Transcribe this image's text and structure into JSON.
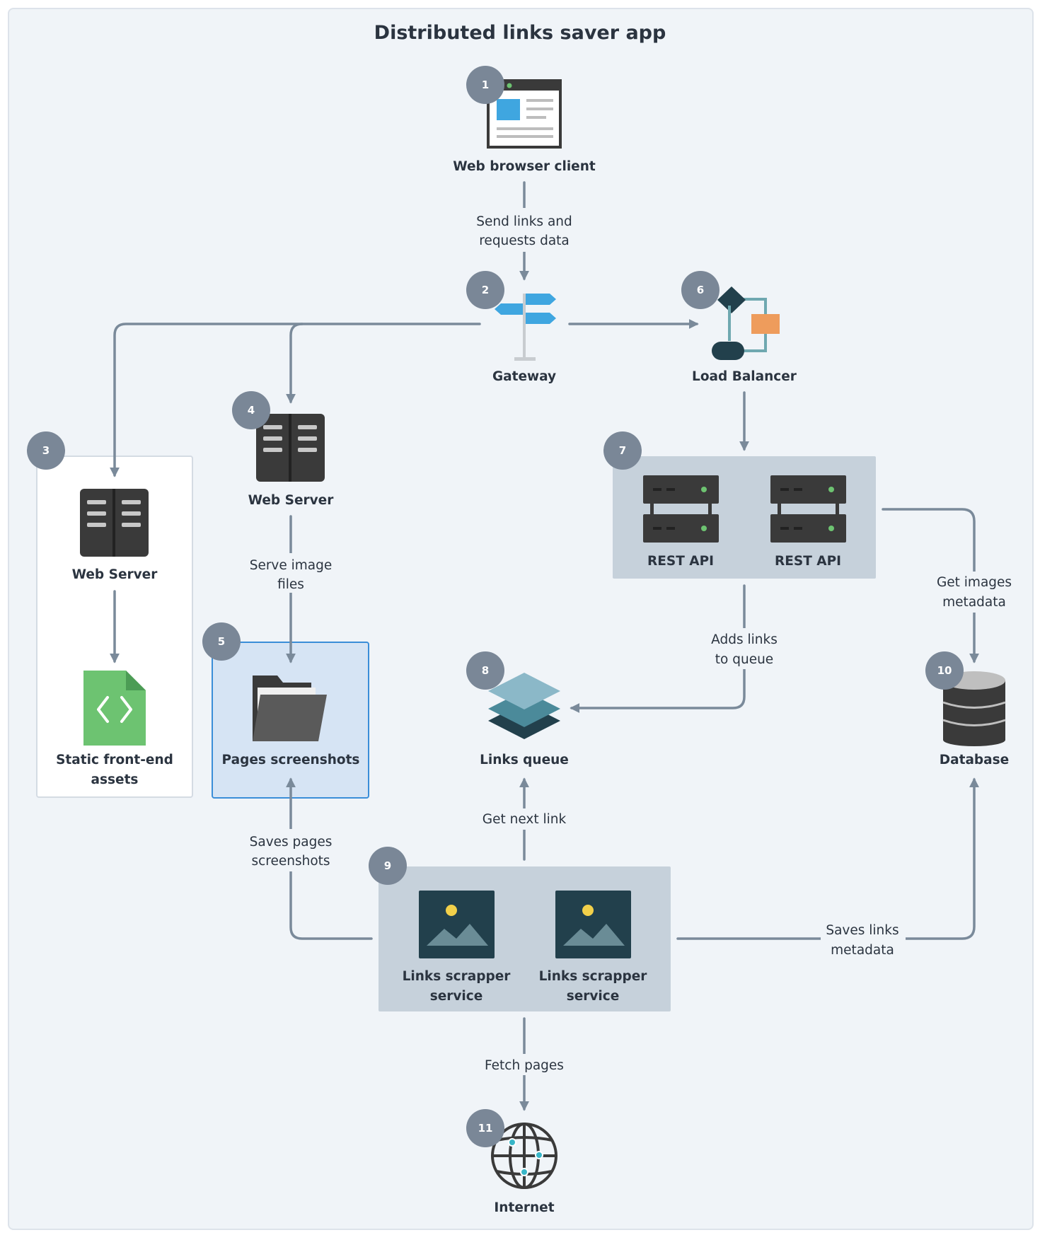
{
  "title": "Distributed links saver app",
  "colors": {
    "background": "#f0f4f8",
    "edge": "#7a8a9a",
    "badge": "#7a8797",
    "group_gray": "#c6d1db",
    "group_blue_fill": "#d6e4f4",
    "group_blue_border": "#3b8ed8",
    "icon_dark": "#3a3a3a",
    "accent_green": "#6dc371",
    "accent_blue": "#3fa6e0",
    "accent_orange": "#ee9c5c",
    "teal_dark": "#22404c"
  },
  "nodes": {
    "web_browser_client": {
      "number": "1",
      "label": "Web browser client",
      "icon": "browser-window-icon"
    },
    "gateway": {
      "number": "2",
      "label": "Gateway",
      "icon": "signpost-icon"
    },
    "web_server_a": {
      "number": "3",
      "label": "Web Server",
      "icon": "server-cabinet-icon"
    },
    "static_assets": {
      "label_line1": "Static front-end",
      "label_line2": "assets",
      "icon": "code-file-icon"
    },
    "web_server_b": {
      "number": "4",
      "label": "Web Server",
      "icon": "server-cabinet-icon"
    },
    "pages_screenshots": {
      "number": "5",
      "label": "Pages screenshots",
      "icon": "folder-icon"
    },
    "load_balancer": {
      "number": "6",
      "label": "Load Balancer",
      "icon": "flowchart-icon"
    },
    "rest_api_group": {
      "number": "7",
      "items": [
        "REST API",
        "REST API"
      ],
      "icon": "server-rack-icon"
    },
    "links_queue": {
      "number": "8",
      "label": "Links queue",
      "icon": "layers-icon"
    },
    "scrapper_group": {
      "number": "9",
      "items": [
        {
          "line1": "Links scrapper",
          "line2": "service"
        },
        {
          "line1": "Links scrapper",
          "line2": "service"
        }
      ],
      "icon": "image-icon"
    },
    "database": {
      "number": "10",
      "label": "Database",
      "icon": "database-icon"
    },
    "internet": {
      "number": "11",
      "label": "Internet",
      "icon": "globe-icon"
    }
  },
  "edges": {
    "client_to_gateway": {
      "line1": "Send links and",
      "line2": "requests data"
    },
    "webserver_to_screenshots": {
      "line1": "Serve image",
      "line2": "files"
    },
    "restapi_to_queue": {
      "line1": "Adds links",
      "line2": "to queue"
    },
    "restapi_to_database": {
      "line1": "Get images",
      "line2": "metadata"
    },
    "scrapper_to_queue": {
      "line1": "Get next link"
    },
    "scrapper_to_screenshots": {
      "line1": "Saves pages",
      "line2": "screenshots"
    },
    "scrapper_to_database": {
      "line1": "Saves links",
      "line2": "metadata"
    },
    "scrapper_to_internet": {
      "line1": "Fetch pages"
    }
  }
}
